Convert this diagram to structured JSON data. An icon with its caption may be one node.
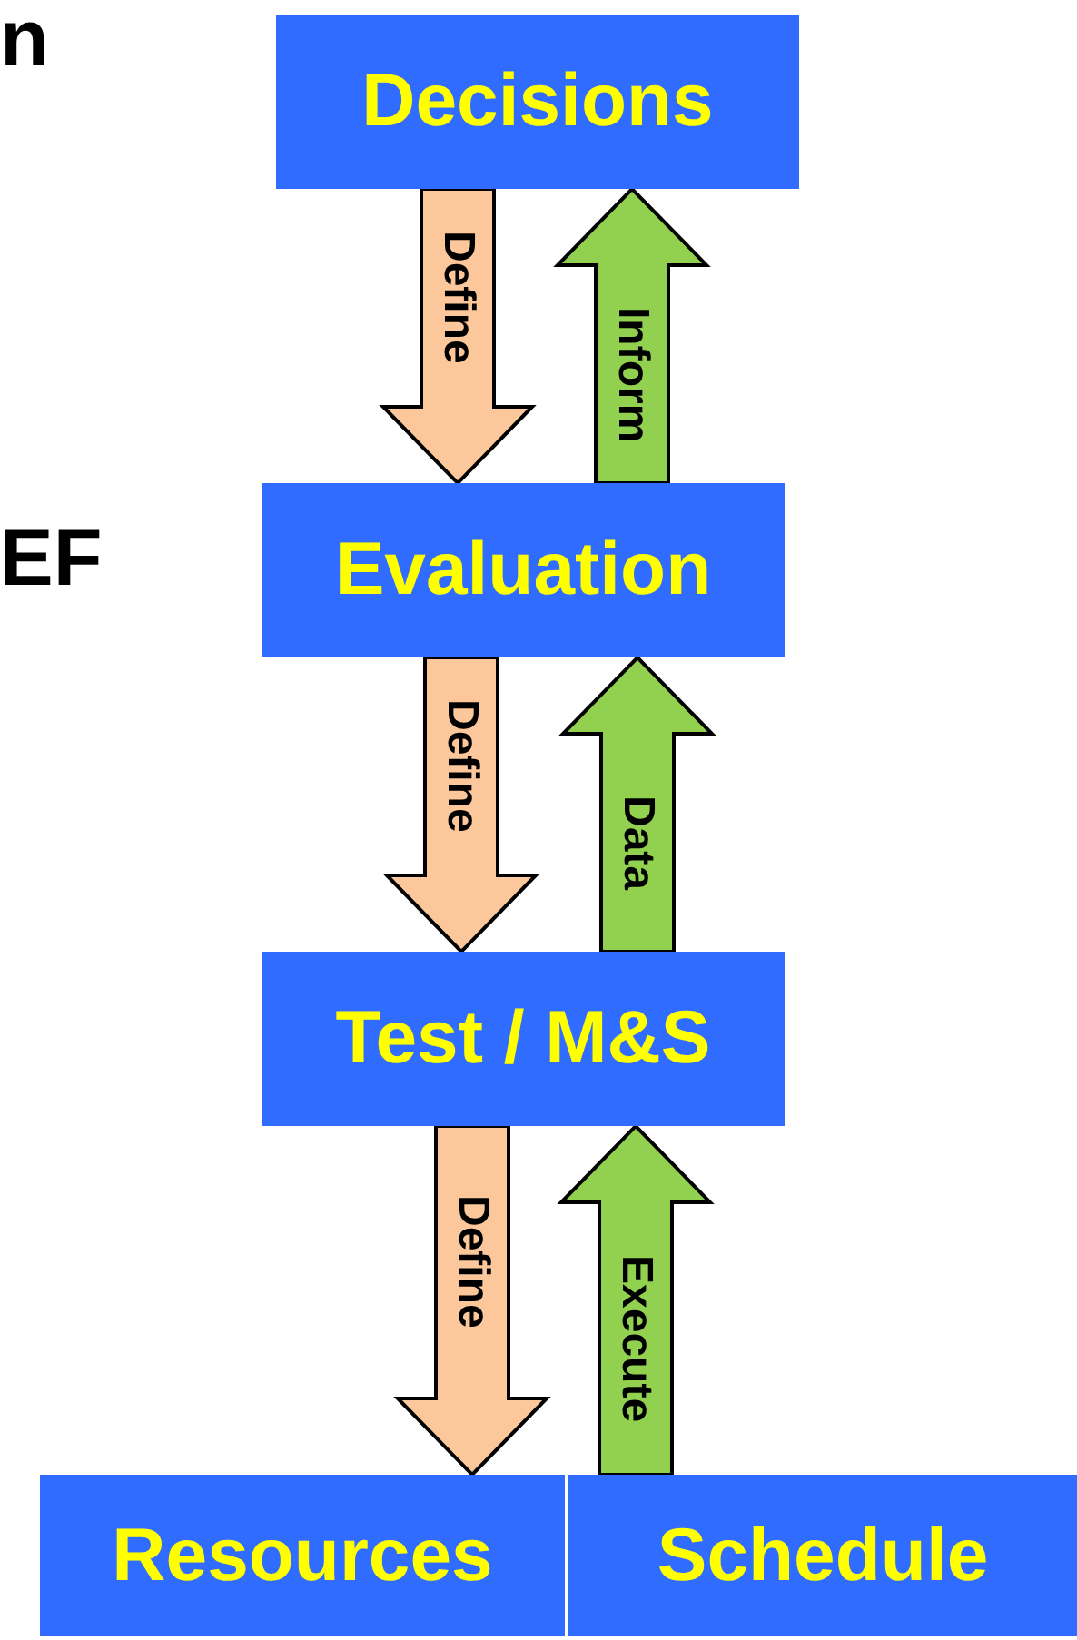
{
  "diagram": {
    "nodes": [
      {
        "text": [
          "Decisions"
        ]
      },
      {
        "text": [
          "Evaluation"
        ]
      },
      {
        "text": [
          "Test / M&S"
        ]
      },
      {
        "text": [
          "Resources"
        ]
      },
      {
        "text": [
          "Schedule"
        ]
      }
    ],
    "edges": [
      {
        "from": 0,
        "to": 1,
        "arrow": "to",
        "label": "Define",
        "color": "#fcc89b"
      },
      {
        "from": 1,
        "to": 0,
        "arrow": "to",
        "label": "Inform",
        "color": "#92d050"
      },
      {
        "from": 1,
        "to": 2,
        "arrow": "to",
        "label": "Define",
        "color": "#fcc89b"
      },
      {
        "from": 2,
        "to": 1,
        "arrow": "to",
        "label": "Data",
        "color": "#92d050"
      },
      {
        "from": 2,
        "to": 3,
        "arrow": "to",
        "label": "Define",
        "color": "#fcc89b"
      },
      {
        "from": 4,
        "to": 2,
        "arrow": "to",
        "label": "Execute",
        "color": "#92d050"
      }
    ],
    "labels": [
      "n",
      "EF"
    ]
  }
}
